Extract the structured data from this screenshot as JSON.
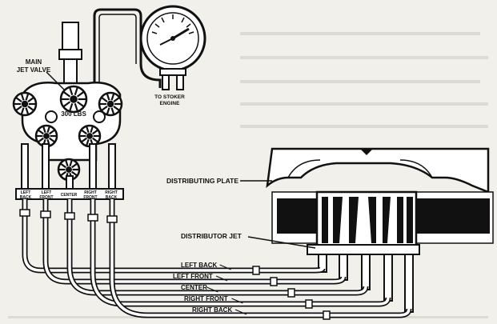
{
  "labels": {
    "main_jet_valve_line1": "MAIN",
    "main_jet_valve_line2": "JET VALVE",
    "pressure": "300 LBS",
    "to_stoker_line1": "TO STOKER",
    "to_stoker_line2": "ENGINE",
    "distributing_plate": "DISTRIBUTING PLATE",
    "distributor_jet": "DISTRIBUTOR JET"
  },
  "manifold_tags": [
    "LEFT BACK",
    "LEFT FRONT",
    "CENTER",
    "RIGHT FRONT",
    "RIGHT BACK"
  ],
  "pipe_lines": [
    "LEFT BACK",
    "LEFT FRONT",
    "CENTER",
    "RIGHT FRONT",
    "RIGHT BACK"
  ],
  "colors": {
    "ink": "#111111",
    "paper": "#f2f0ea",
    "bleed_text": "#b9b6ae"
  }
}
